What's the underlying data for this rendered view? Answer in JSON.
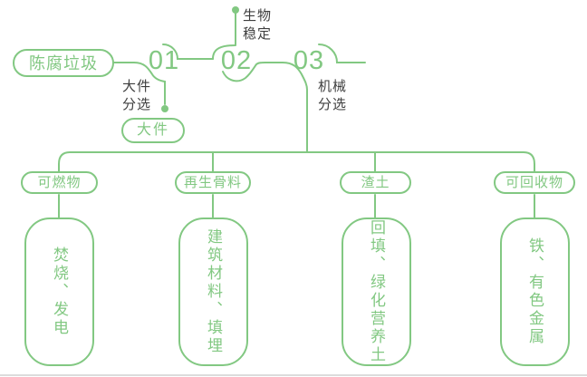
{
  "palette": {
    "green": "#82c882",
    "label_dark": "#3e3e3e",
    "bottom_rule_gray": "#dcdcdc",
    "background": "#ffffff"
  },
  "flow": {
    "source_label": "陈腐垃圾",
    "steps": [
      {
        "number": "01",
        "process_label": "大件\n分选",
        "output_label": "大件"
      },
      {
        "number": "02",
        "process_label": "生物\n稳定"
      },
      {
        "number": "03",
        "process_label": "机械\n分选"
      }
    ]
  },
  "branches": [
    {
      "category": "可燃物",
      "disposal": "焚烧、发电"
    },
    {
      "category": "再生骨料",
      "disposal": "建筑材料、填埋"
    },
    {
      "category": "渣土",
      "disposal": "回填、绿化营养土"
    },
    {
      "category": "可回收物",
      "disposal": "铁、有色金属"
    }
  ]
}
